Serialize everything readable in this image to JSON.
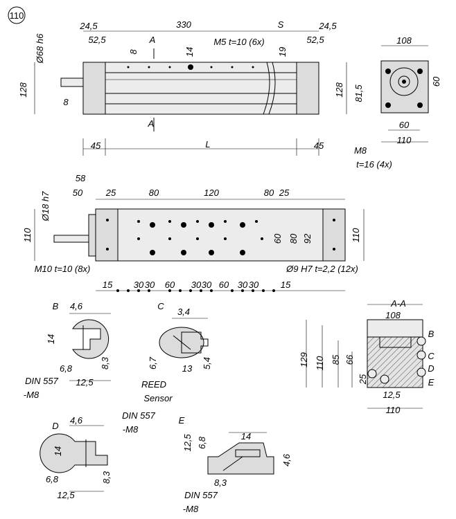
{
  "figure_number": "110",
  "labels": {
    "t_245a": "24,5",
    "t_330": "330",
    "t_S": "S",
    "t_245b": "24,5",
    "t_525a": "52,5",
    "t_m5": "M5 t=10 (6x)",
    "t_525b": "52,5",
    "t_d68": "Ø68 h6",
    "t_8a": "8",
    "t_Aa": "A",
    "t_14a": "14",
    "t_19": "19",
    "t_128a": "128",
    "t_8b": "8",
    "t_128b": "128",
    "t_Ab": "A",
    "t_45a": "45",
    "t_L": "L",
    "t_45b": "45",
    "r_108": "108",
    "r_60a": "60",
    "r_815": "81,5",
    "r_60b": "60",
    "r_110": "110",
    "r_m8": "M8",
    "r_t16": "t=16 (4x)",
    "m_58": "58",
    "m_d18": "Ø18 h7",
    "m_50": "50",
    "m_25a": "25",
    "m_80a": "80",
    "m_120": "120",
    "m_80b": "80",
    "m_25b": "25",
    "m_110a": "110",
    "m_60": "60",
    "m_80c": "80",
    "m_92": "92",
    "m_110b": "110",
    "m_m10": "M10 t=10 (8x)",
    "m_d9": "Ø9 H7 t=2,2 (12x)",
    "b_15a": "15",
    "b_30a": "30",
    "b_30b": "30",
    "b_60a": "60",
    "b_30c": "30",
    "b_30d": "30",
    "b_60b": "60",
    "b_30e": "30",
    "b_30f": "30",
    "b_15b": "15",
    "sB": "B",
    "sB_46": "4,6",
    "sB_14": "14",
    "sB_68": "6,8",
    "sB_83": "8,3",
    "sB_din": "DIN 557",
    "sB_m8": "-M8",
    "sB_125": "12,5",
    "sC": "C",
    "sC_34": "3,4",
    "sC_67": "6,7",
    "sC_54": "5,4",
    "sC_13": "13",
    "sC_reed": "REED",
    "sC_sensor": "Sensor",
    "sA": "A-A",
    "sA_108": "108",
    "sA_129": "129",
    "sA_110a": "110",
    "sA_85": "85",
    "sA_66": "66",
    "sA_25": "25",
    "sA_125": "12,5",
    "sA_110b": "110",
    "sA_B": "B",
    "sA_C": "C",
    "sA_D": "D",
    "sA_E": "E",
    "sD": "D",
    "sD_46": "4,6",
    "sD_din": "DIN 557",
    "sD_m8": "-M8",
    "sD_14": "14",
    "sD_68": "6,8",
    "sD_83": "8,3",
    "sD_125": "12,5",
    "sE": "E",
    "sE_125": "12,5",
    "sE_68": "6,8",
    "sE_14": "14",
    "sE_46": "4,6",
    "sE_83": "8,3",
    "sE_din": "DIN 557",
    "sE_m8": "-M8"
  }
}
